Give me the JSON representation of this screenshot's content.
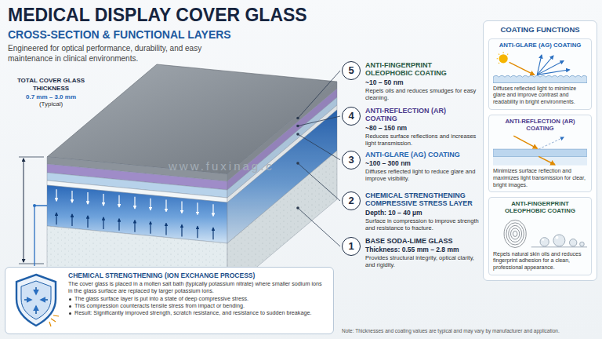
{
  "diagram": {
    "title": "MEDICAL DISPLAY COVER GLASS",
    "nodes": [
      {
        "text": [
          "5",
          "ANTI-FINGERPRINT OLEOPHOBIC COATING",
          "~10 – 50 nm",
          "Repels oils and reduces smudges for easy cleaning."
        ]
      },
      {
        "text": [
          "4",
          "ANTI-REFLECTION (AR) COATING",
          "~80 – 150 nm",
          "Reduces surface reflections and increases light transmission."
        ]
      },
      {
        "text": [
          "3",
          "ANTI-GLARE (AG) COATING",
          "~100 – 300 nm",
          "Diffuses reflected light to reduce glare and improve visibility."
        ]
      },
      {
        "text": [
          "2",
          "CHEMICAL STRENGTHENING COMPRESSIVE STRESS LAYER",
          "Depth: 10 – 40 µm",
          "Surface in compression to improve strength and resistance to fracture."
        ]
      },
      {
        "text": [
          "1",
          "BASE SODA-LIME GLASS",
          "Thickness: 0.55 mm – 2.8 mm",
          "Provides structural integrity, optical clarity, and rigidity."
        ]
      },
      {
        "text": [
          "CHEMICAL STRENGTHENING (ION EXCHANGE PROCESS)",
          "The cover glass is placed in a molten salt bath (typically potassium nitrate) where smaller sodium ions in the glass surface are replaced by larger potassium ions.",
          "The glass surface layer is put into a state of deep compressive stress.",
          "This compression counteracts tensile stress from impact or bending.",
          "Result: Significantly improved strength, scratch resistance, and resistance to sudden breakage."
        ]
      },
      {
        "text": [
          "COATING FUNCTIONS"
        ]
      },
      {
        "text": [
          "ANTI-GLARE (AG) COATING",
          "Diffuses reflected light to minimize glare and improve contrast and readability in bright environments."
        ],
        "in": 6
      },
      {
        "text": [
          "ANTI-REFLECTION (AR) COATING",
          "Minimizes surface reflection and maximizes light transmission for clear, bright images."
        ],
        "in": 6
      },
      {
        "text": [
          "ANTI-FINGERPRINT OLEOPHOBIC COATING",
          "Repels natural skin oils and reduces fingerprint adhesion for a clean, professional appearance."
        ],
        "in": 6
      }
    ],
    "labels": [
      "CROSS-SECTION & FUNCTIONAL LAYERS",
      "Engineered for optical performance, durability, and easy maintenance in clinical environments.",
      "TOTAL COVER GLASS THICKNESS",
      "0.7 mm – 3.0 mm",
      "(Typical)",
      "www.fuxinag.c",
      "Note: Thicknesses and coating values are typical and may vary by manufacturer and application."
    ]
  }
}
